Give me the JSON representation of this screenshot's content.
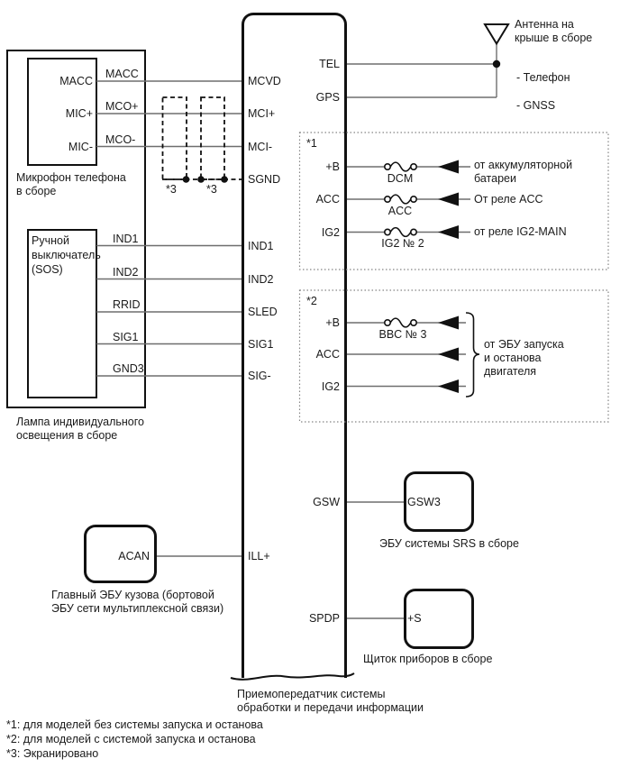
{
  "colors": {
    "wire": "#6e6e6e",
    "ink": "#111111"
  },
  "transceiver": {
    "pins_left": [
      "MCVD",
      "MCI+",
      "MCI-",
      "SGND",
      "IND1",
      "IND2",
      "SLED",
      "SIG1",
      "SIG-",
      "ILL+"
    ],
    "pins_right": [
      "TEL",
      "GPS",
      "GSW",
      "SPDP"
    ],
    "caption_line1": "Приемопередатчик системы",
    "caption_line2": "обработки и передачи информации"
  },
  "microphone": {
    "pins": [
      "MACC",
      "MIC+",
      "MIC-"
    ],
    "wire_labels": [
      "MACC",
      "MCO+",
      "MCO-"
    ],
    "caption_line1": "Микрофон телефона",
    "caption_line2": "в сборе"
  },
  "sos_switch": {
    "title_line1": "Ручной",
    "title_line2": "выключатель",
    "title_line3": "(SOS)",
    "wire_labels": [
      "IND1",
      "IND2",
      "RRID",
      "SIG1",
      "GND3"
    ]
  },
  "lamp": {
    "caption_line1": "Лампа индивидуального",
    "caption_line2": "освещения в сборе"
  },
  "shield_markers": [
    "*3",
    "*3"
  ],
  "antenna": {
    "caption_line1": "Антенна на",
    "caption_line2": "крыше в сборе",
    "tel_note": "- Телефон",
    "gnss_note": "- GNSS"
  },
  "group1": {
    "marker": "*1",
    "rows": [
      {
        "pin": "+B",
        "fuse": "DCM",
        "dest1": "от аккумуляторной",
        "dest2": "батареи"
      },
      {
        "pin": "ACC",
        "fuse": "ACC",
        "dest1": "От реле ACC"
      },
      {
        "pin": "IG2",
        "fuse": "IG2 № 2",
        "dest1": "от реле IG2-MAIN"
      }
    ]
  },
  "group2": {
    "marker": "*2",
    "rows": [
      {
        "pin": "+B",
        "fuse": "BBC № 3"
      },
      {
        "pin": "ACC"
      },
      {
        "pin": "IG2"
      }
    ],
    "dest1": "от ЭБУ запуска",
    "dest2": "и останова",
    "dest3": "двигателя"
  },
  "srs_ecu": {
    "pin": "GSW3",
    "caption": "ЭБУ системы SRS в сборе"
  },
  "instrument_cluster": {
    "pin": "+S",
    "caption": "Щиток приборов в сборе"
  },
  "body_ecu": {
    "pin": "ACAN",
    "caption_line1": "Главный ЭБУ кузова (бортовой",
    "caption_line2": "ЭБУ сети мультиплексной связи)"
  },
  "footnotes": [
    "*1: для моделей без системы запуска и останова",
    "*2: для моделей с системой запуска и останова",
    "*3: Экранировано"
  ]
}
